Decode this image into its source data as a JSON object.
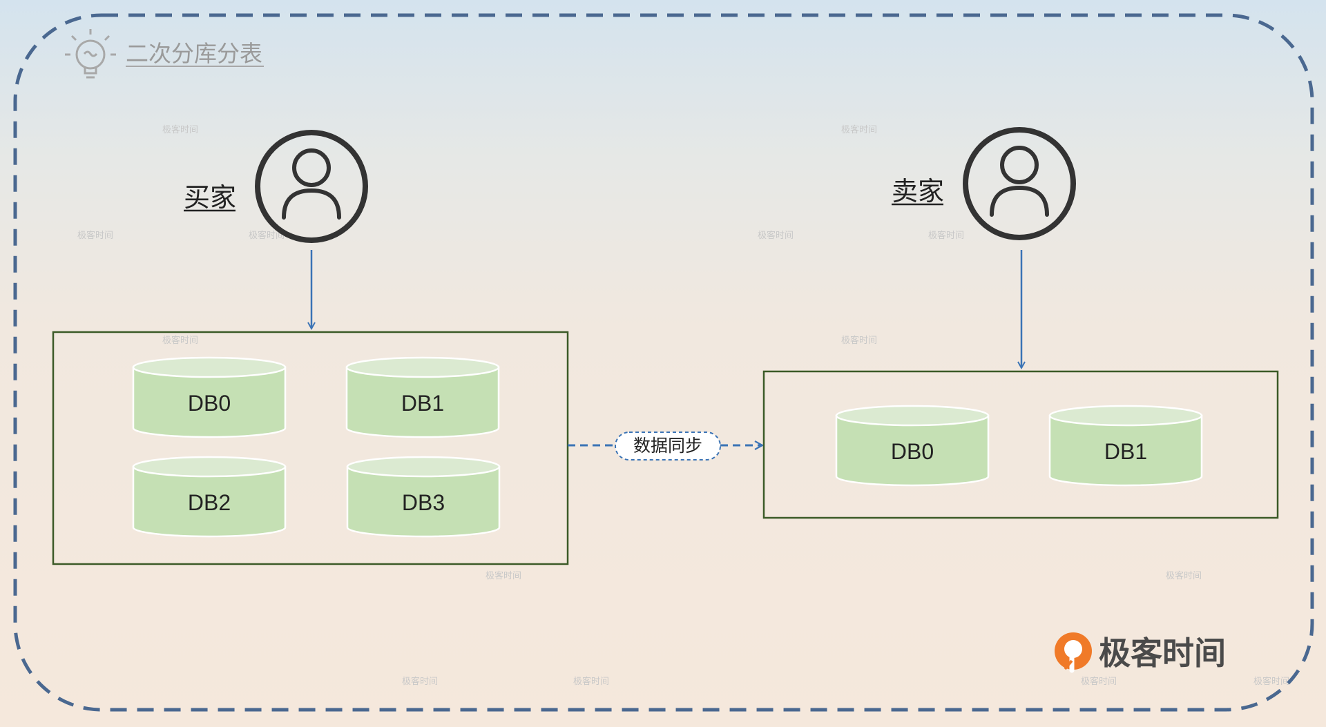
{
  "title": "二次分库分表",
  "buyer": {
    "label": "买家",
    "databases": [
      "DB0",
      "DB1",
      "DB2",
      "DB3"
    ]
  },
  "seller": {
    "label": "卖家",
    "databases": [
      "DB0",
      "DB1"
    ]
  },
  "sync_label": "数据同步",
  "brand": "极客时间",
  "watermark": "极客时间",
  "colors": {
    "frame_dash": "#4a6890",
    "arrow": "#3a73b5",
    "db_fill": "#c5e0b4",
    "db_top": "#dbead1",
    "box_border": "#3b5a27",
    "user_circle": "#333333",
    "brand_orange": "#f07a28"
  },
  "icons": [
    "lightbulb-icon",
    "user-icon",
    "database-icon",
    "geektime-logo-icon"
  ]
}
